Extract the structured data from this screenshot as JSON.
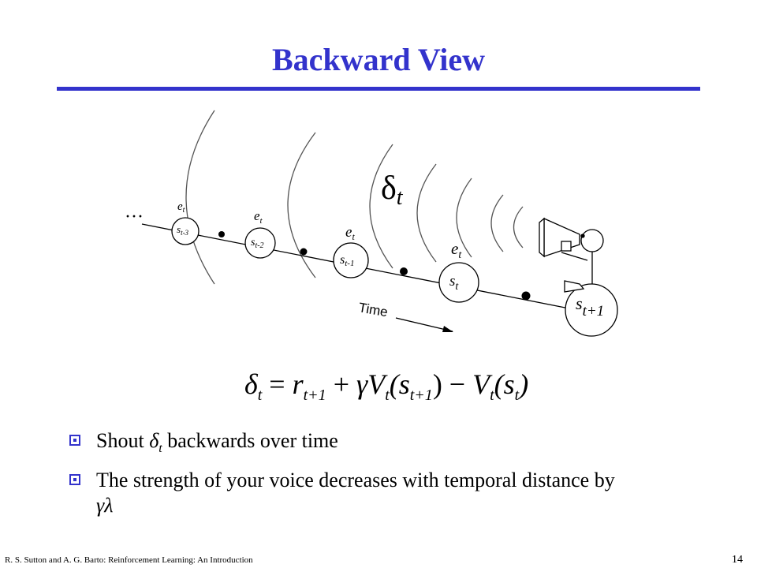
{
  "slide": {
    "title": "Backward View",
    "equation": {
      "delta": "δ",
      "t_sub": "t",
      "eq": " = ",
      "r": "r",
      "r_sub": "t+1",
      "plus": " + ",
      "gamma": "γ",
      "V1": "V",
      "V1_sub": "t",
      "paren1": "(s",
      "s1_sub": "t+1",
      "minus": ") − ",
      "V2": "V",
      "V2_sub": "t",
      "paren2": "(s",
      "s2_sub": "t",
      "close": ")"
    },
    "bullets": [
      {
        "pre": "Shout ",
        "sym": "δ",
        "sym_sub": "t",
        "post": " backwards over time"
      },
      {
        "text": "The strength of your voice decreases with temporal distance by ",
        "sym": "γλ"
      }
    ],
    "footer_left": "R. S. Sutton and A. G. Barto: Reinforcement Learning: An Introduction",
    "page_number": "14"
  },
  "diagram": {
    "dots": "···",
    "delta_label": "δ",
    "delta_sub": "t",
    "e_label": "e",
    "e_sub": "t",
    "states": [
      {
        "main": "s",
        "sub": "t-3"
      },
      {
        "main": "s",
        "sub": "t-2"
      },
      {
        "main": "s",
        "sub": "t-1"
      },
      {
        "main": "s",
        "sub": "t"
      },
      {
        "main": "s",
        "sub": "t+1"
      }
    ],
    "time_label": "Time"
  },
  "colors": {
    "accent": "#3333cc"
  }
}
